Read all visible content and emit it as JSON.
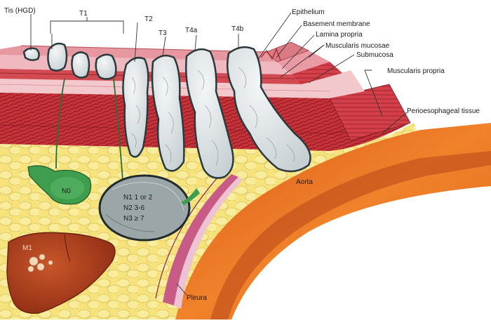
{
  "labels": {
    "tis": "Tis (HGD)",
    "t1": "T1",
    "t2": "T2",
    "t3": "T3",
    "t4a": "T4a",
    "t4b": "T4b",
    "epithelium": "Epithelium",
    "basement_membrane": "Basement membrane",
    "lamina_propria": "Lamina propria",
    "muscularis_mucosae": "Muscularis mucosae",
    "submucosa": "Submucosa",
    "muscularis_propria": "Muscularis propria",
    "perioesophageal": "Perioesophageal tissue",
    "aorta": "Aorta",
    "pleura": "Pleura",
    "n0": "N0",
    "n1": "N1 1 or 2",
    "n2": "N2 3-6",
    "n3": "N3 ≥ 7",
    "m1": "M1"
  },
  "colors": {
    "epithelium": "#e8a3a8",
    "lamina": "#f0c0c4",
    "muscle_red": "#c8323a",
    "muscle_dark": "#8f1d22",
    "fat": "#f4e27a",
    "aorta": "#e8701e",
    "aorta_inner": "#b8461a",
    "tumor": "#e9ecef",
    "tumor_edge": "#2a3a3c",
    "node_n0": "#3f9d4e",
    "node_n1": "#9aa6a8",
    "liver": "#b5411f",
    "pleura": "#c85a86"
  }
}
